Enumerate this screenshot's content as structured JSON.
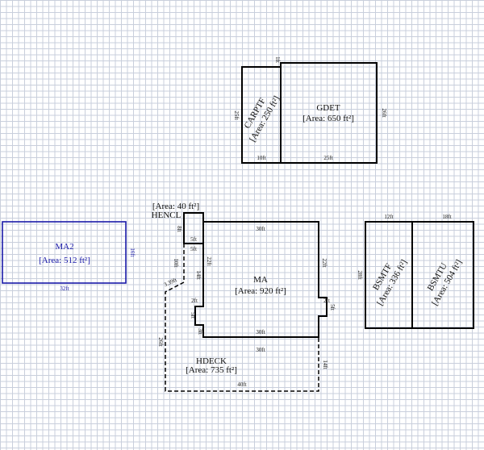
{
  "areas": {
    "gdet": {
      "name": "GDET",
      "area": "[Area: 650 ft²]",
      "dims": {
        "bottom": "25ft",
        "right": "26ft"
      }
    },
    "carptf": {
      "name": "CARPTF",
      "area": "[Area: 250 ft²]",
      "dims": {
        "top": "1ft",
        "left": "25ft",
        "bottom": "10ft"
      }
    },
    "ma2": {
      "name": "MA2",
      "area": "[Area: 512 ft²]",
      "dims": {
        "right": "16ft",
        "bottom": "32ft"
      }
    },
    "hencl": {
      "name": "HENCL",
      "area": "[Area: 40 ft²]",
      "dims": {
        "left": "8ft",
        "bottom": "5ft"
      }
    },
    "ma": {
      "name": "MA",
      "area": "[Area: 920 ft²]",
      "dims": {
        "top": "30ft",
        "right_upper": "22ft",
        "left_upper": "22ft",
        "left_mid": "14ft",
        "top_left": "5ft",
        "bump_left_top": "2ft",
        "bump_left_side": "5ft",
        "bump_left_bottom": "3ft",
        "bump_right_top": "2ft",
        "bump_right_side": "5ft",
        "bottom": "30ft"
      }
    },
    "hdeck": {
      "name": "HDECK",
      "area": "[Area: 735 ft²]",
      "dims": {
        "top": "30ft",
        "left_upper": "10ft",
        "diag": "3.39ft",
        "left": "26ft",
        "right": "14ft",
        "bottom": "40ft"
      }
    },
    "bsmtf": {
      "name": "BSMTF",
      "area": "[Area: 336 ft²]",
      "dims": {
        "top": "12ft",
        "left": "28ft"
      }
    },
    "bsmtu": {
      "name": "BSMTU",
      "area": "[Area: 504 ft²]",
      "dims": {
        "top": "18ft"
      }
    }
  }
}
